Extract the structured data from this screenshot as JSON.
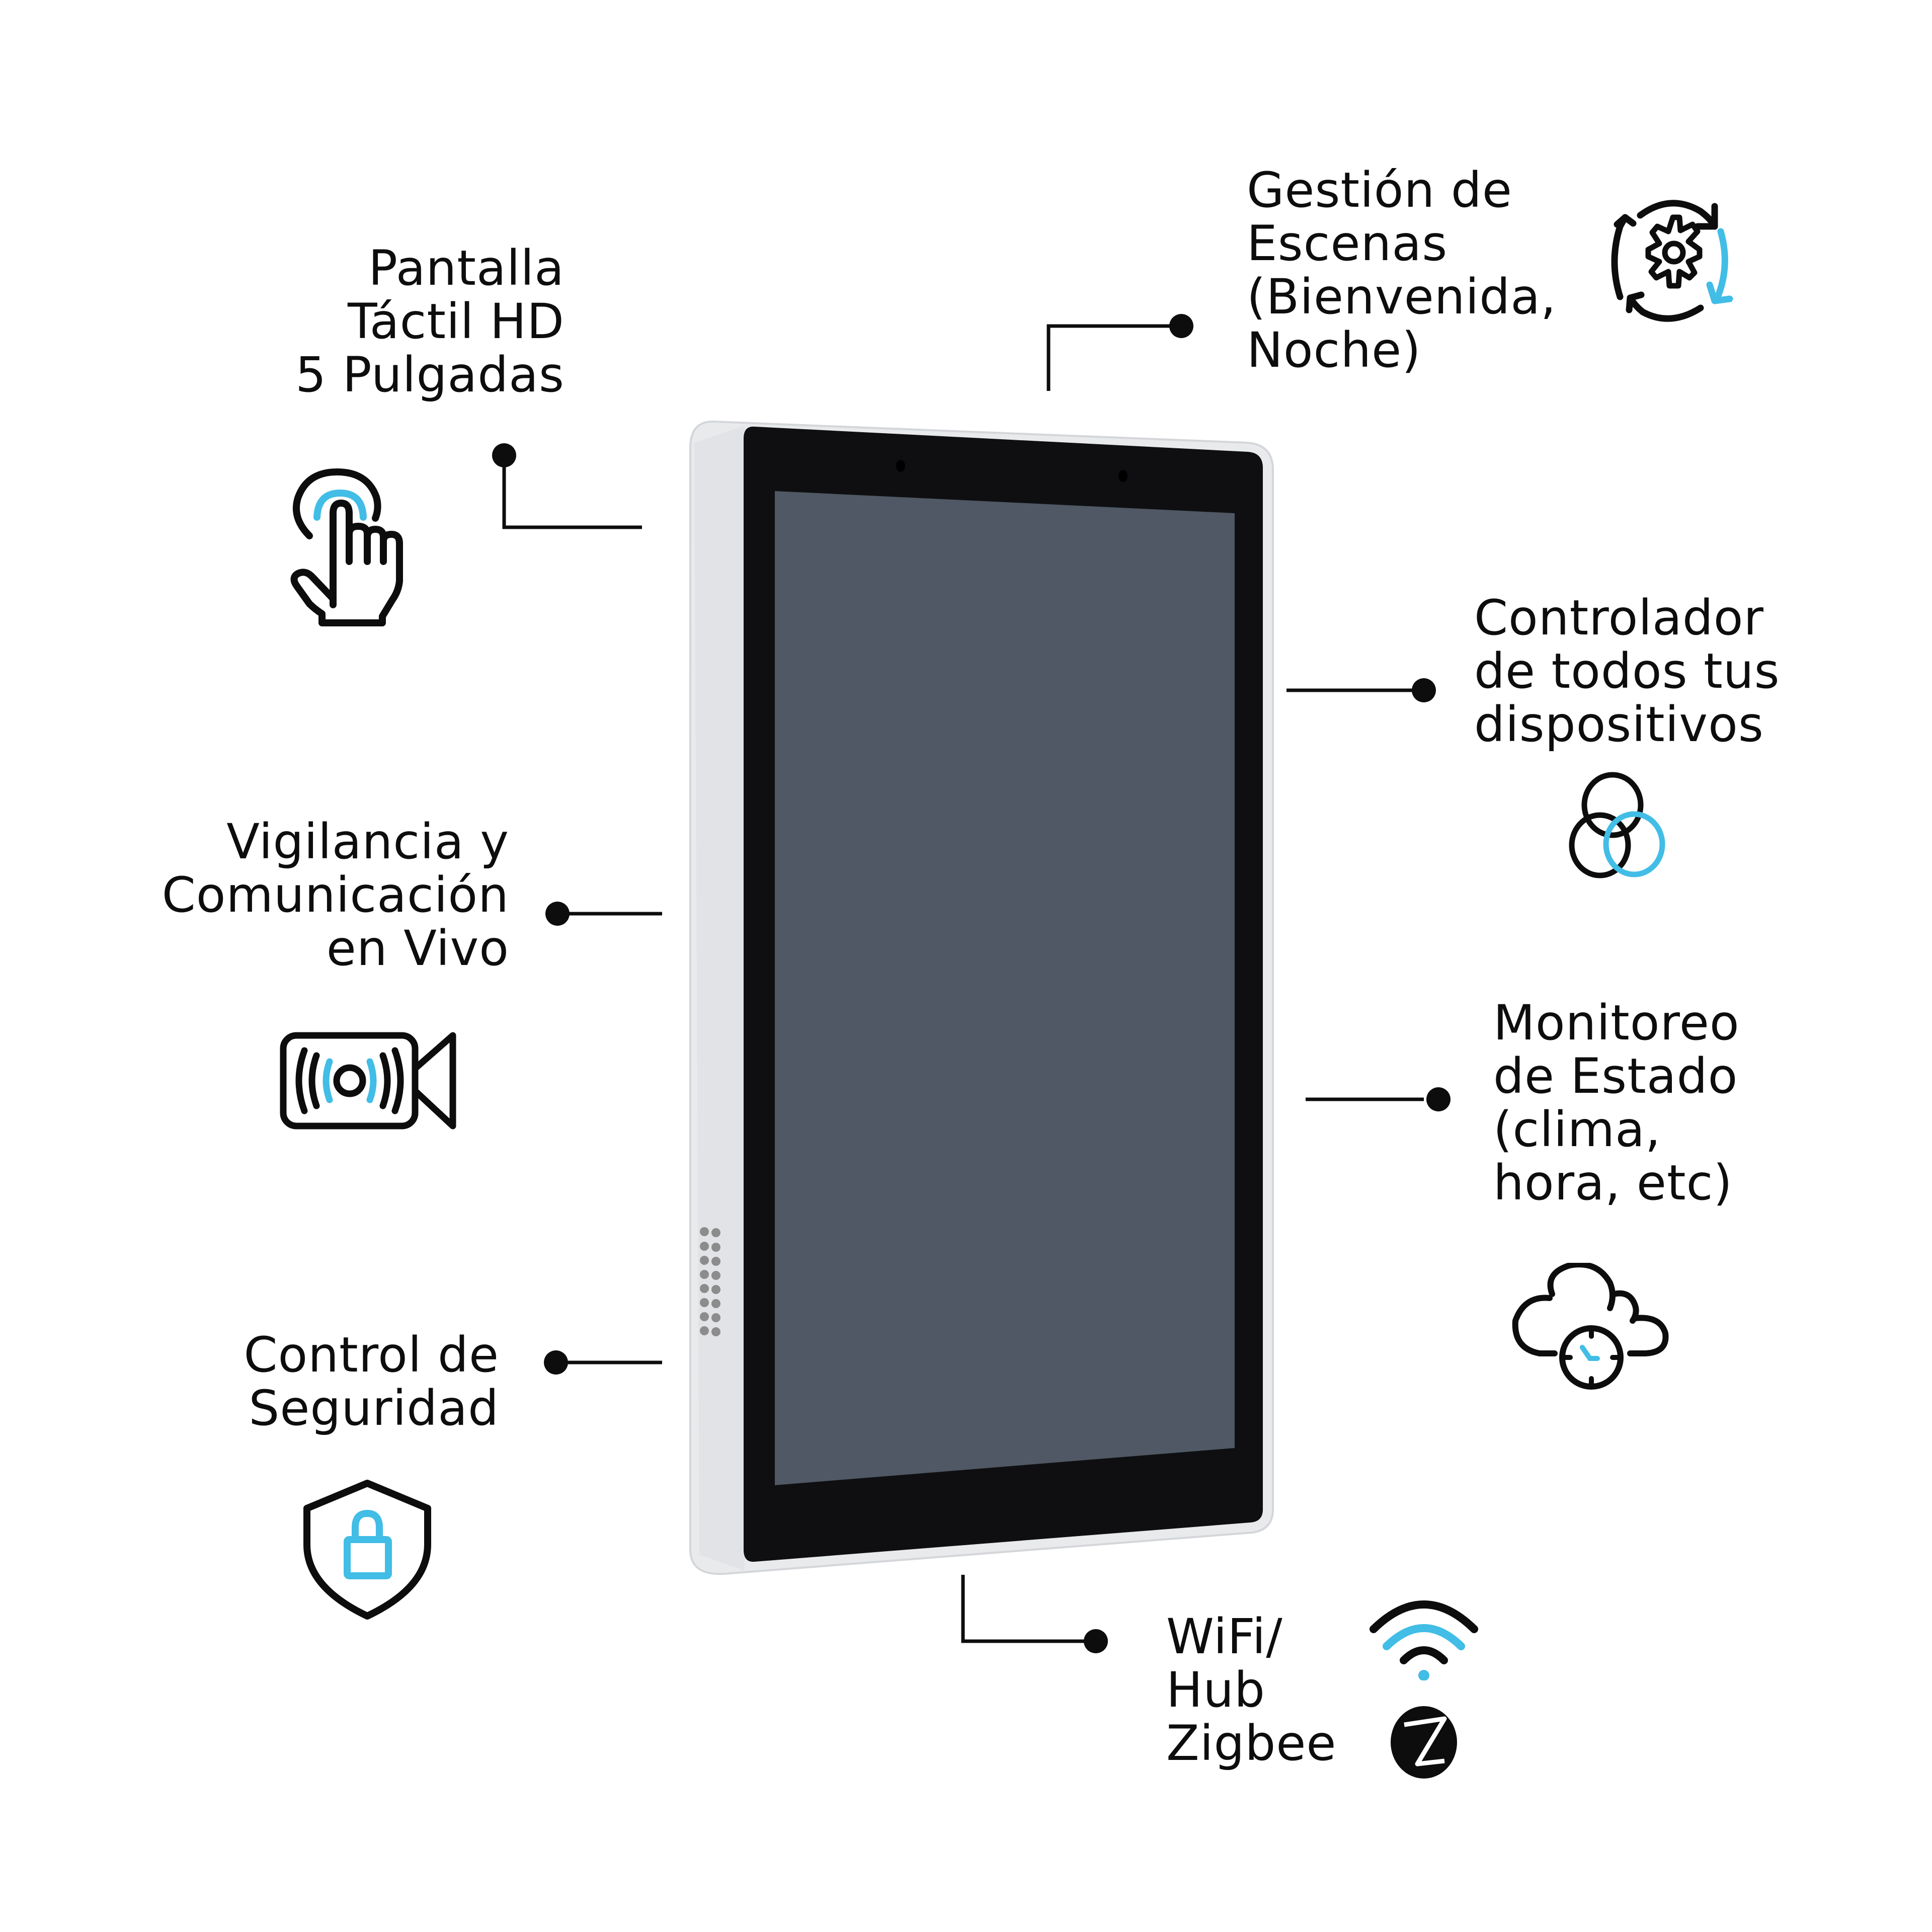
{
  "colors": {
    "accent": "#41bde6",
    "ink": "#0d0d0d",
    "background": "#ffffff",
    "device_frame": "#e9eaec",
    "device_bezel": "#0f0f11",
    "device_screen": "#4f5864"
  },
  "device": {
    "name": "smart-home-touch-panel",
    "camera_holes": 2,
    "speaker_holes_rows": 8,
    "speaker_holes_cols": 2
  },
  "features": [
    {
      "id": "touchscreen",
      "label": "Pantalla\nTáctil HD\n5 Pulgadas",
      "icon": "touch-hand-icon"
    },
    {
      "id": "scenes",
      "label": "Gestión de\nEscenas\n(Bienvenida,\nNoche)",
      "icon": "gear-refresh-icon"
    },
    {
      "id": "device-control",
      "label": "Controlador\nde todos tus\ndispositivos",
      "icon": "interlocking-rings-icon"
    },
    {
      "id": "surveillance",
      "label": "Vigilancia y\nComunicación\nen Vivo",
      "icon": "video-camera-icon"
    },
    {
      "id": "status-monitor",
      "label": "Monitoreo\nde Estado\n(clima,\nhora, etc)",
      "icon": "cloud-clock-icon"
    },
    {
      "id": "security",
      "label": "Control de\nSeguridad",
      "icon": "shield-lock-icon"
    },
    {
      "id": "connectivity",
      "label": "WiFi/\nHub\nZigbee",
      "icons": [
        "wifi-icon",
        "zigbee-logo-icon"
      ]
    }
  ]
}
